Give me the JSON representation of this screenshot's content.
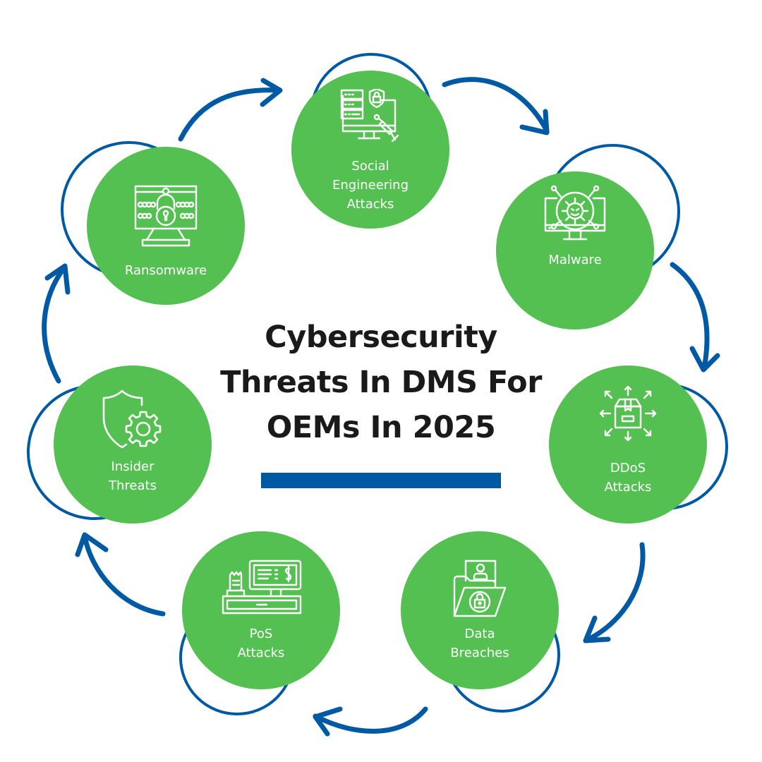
{
  "title": {
    "lines": [
      "Cybersecurity",
      "Threats In DMS For",
      "OEMs In 2025"
    ],
    "underline_color": "#0059a3"
  },
  "colors": {
    "node_fill": "#55c052",
    "outline_and_arrows": "#0059a3",
    "title_text": "#1a1a1a",
    "node_text": "#ffffff",
    "background": "#ffffff"
  },
  "cycle": {
    "direction": "clockwise",
    "nodes": [
      {
        "id": "social-engineering",
        "label_lines": [
          "Social",
          "Engineering",
          "Attacks"
        ],
        "icon": "server-monitor-shield-syringe-icon"
      },
      {
        "id": "malware",
        "label_lines": [
          "Malware"
        ],
        "icon": "monitor-virus-icon"
      },
      {
        "id": "ddos",
        "label_lines": [
          "DDoS",
          "Attacks"
        ],
        "icon": "box-arrows-outward-icon"
      },
      {
        "id": "data-breaches",
        "label_lines": [
          "Data",
          "Breaches"
        ],
        "icon": "folder-lock-user-icon"
      },
      {
        "id": "pos",
        "label_lines": [
          "PoS",
          "Attacks"
        ],
        "icon": "cash-register-icon"
      },
      {
        "id": "insider-threats",
        "label_lines": [
          "Insider",
          "Threats"
        ],
        "icon": "shield-gear-icon"
      },
      {
        "id": "ransomware",
        "label_lines": [
          "Ransomware"
        ],
        "icon": "monitor-chain-padlock-icon"
      }
    ]
  }
}
